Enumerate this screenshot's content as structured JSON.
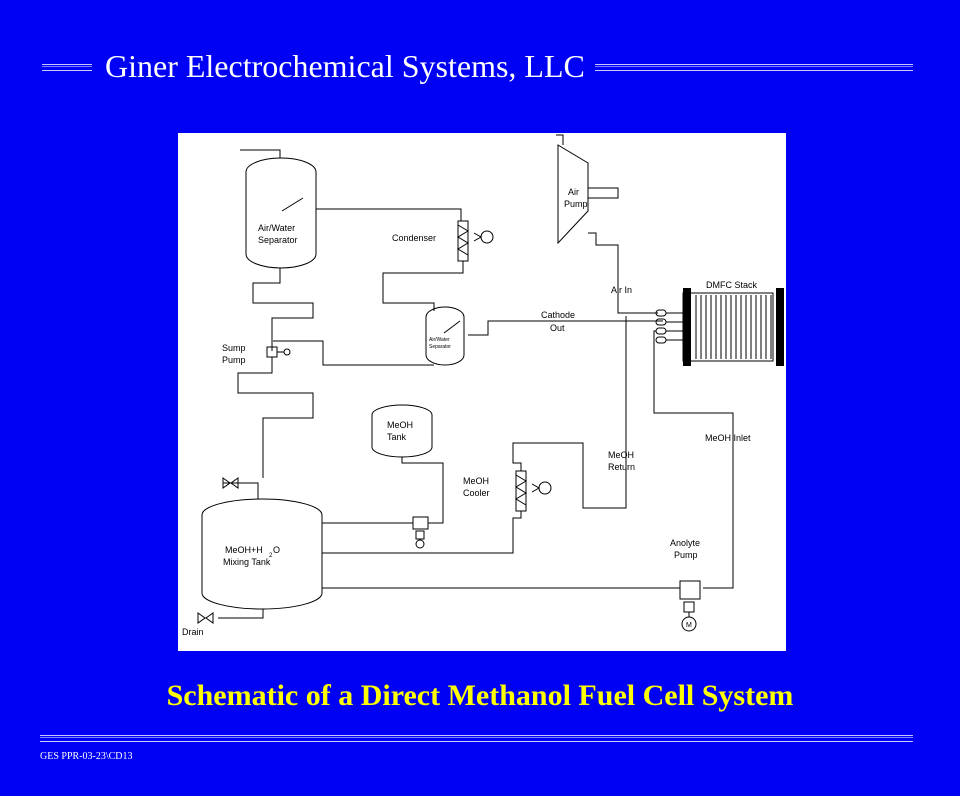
{
  "header": {
    "title": "Giner Electrochemical Systems, LLC"
  },
  "caption": "Schematic of a Direct Methanol Fuel Cell System",
  "footer": {
    "code": "GES PPR-03-23\\CD13"
  },
  "colors": {
    "background": "#0000f5",
    "caption": "#ffff00",
    "title": "#ffffff"
  },
  "diagram": {
    "labels": {
      "air_water_separator": [
        "Air/Water",
        "Separator"
      ],
      "condenser": "Condenser",
      "air_pump": [
        "Air",
        "Pump"
      ],
      "sump_pump": [
        "Sump",
        "Pump"
      ],
      "small_separator": [
        "Air/Water",
        "Separator"
      ],
      "cathode_out": [
        "Cathode",
        "Out"
      ],
      "air_in": "Air In",
      "dmfc_stack": "DMFC Stack",
      "meoh_tank": [
        "MeOH",
        "Tank"
      ],
      "meoh_return": [
        "MeOH",
        "Return"
      ],
      "meoh_inlet": "MeOH Inlet",
      "meoh_cooler": [
        "MeOH",
        "Cooler"
      ],
      "mixing_tank": [
        "MeOH+H",
        "2",
        "O",
        "Mixing Tank"
      ],
      "anolyte_pump": [
        "Anolyte",
        "Pump"
      ],
      "motor": "M",
      "drain": "Drain"
    }
  }
}
